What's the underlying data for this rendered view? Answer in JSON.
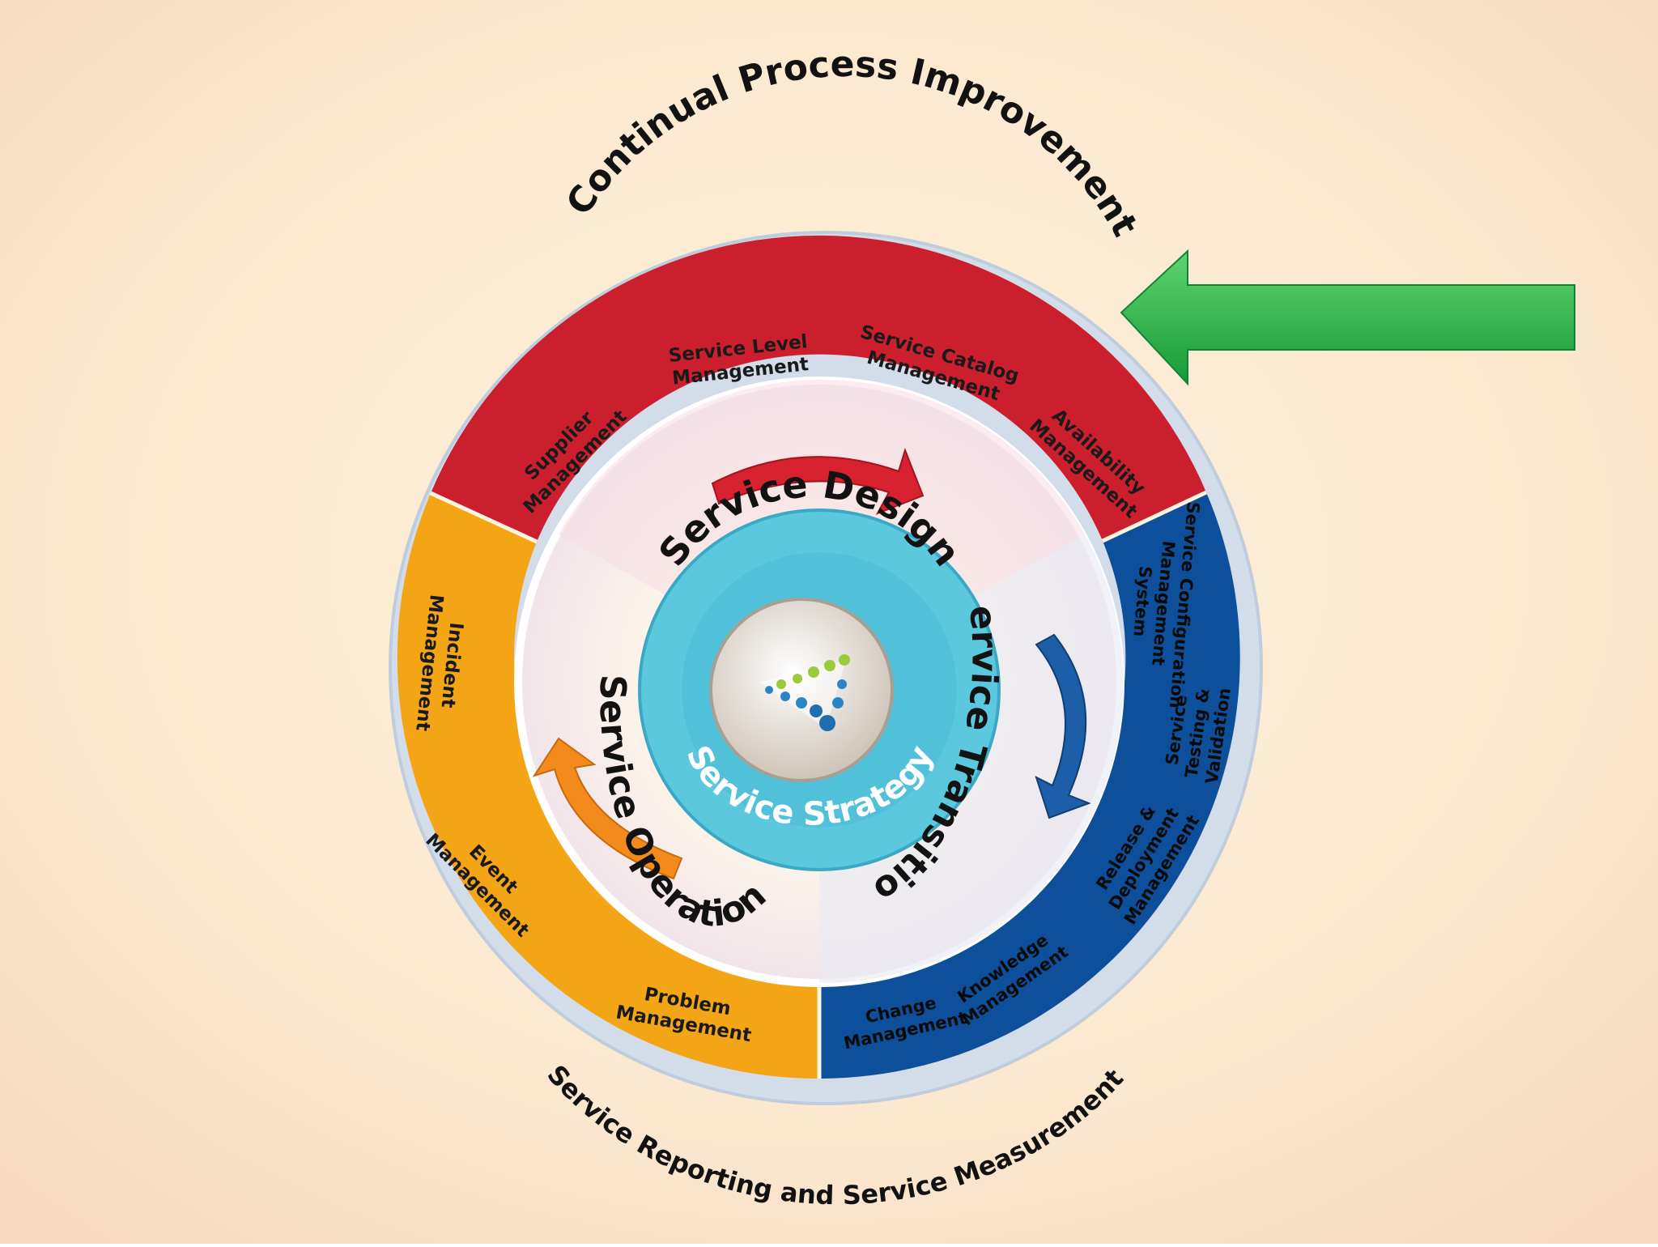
{
  "outer_ring": {
    "top_label": "Continual Process Improvement",
    "bottom_label": "Service Reporting and Service Measurement"
  },
  "segments": {
    "design": {
      "items": [
        {
          "line1": "Supplier",
          "line2": "Management"
        },
        {
          "line1": "Service Level",
          "line2": "Management"
        },
        {
          "line1": "Service Catalog",
          "line2": "Management"
        },
        {
          "line1": "Availability",
          "line2": "Management"
        }
      ]
    },
    "transition": {
      "items": [
        {
          "line1": "Service Configuration",
          "line2": "Management",
          "line3": "System"
        },
        {
          "line1": "Service",
          "line2": "Testing &",
          "line3": "Validation"
        },
        {
          "line1": "Release &",
          "line2": "Deployment",
          "line3": "Management"
        },
        {
          "line1": "Knowledge",
          "line2": "Management"
        },
        {
          "line1": "Change",
          "line2": "Management"
        }
      ]
    },
    "operation": {
      "items": [
        {
          "line1": "Incident",
          "line2": "Management"
        },
        {
          "line1": "Event",
          "line2": "Management"
        },
        {
          "line1": "Problem",
          "line2": "Management"
        }
      ]
    }
  },
  "inner_labels": {
    "design": "Service Design",
    "transition": "Service Transition",
    "operation": "Service Operation",
    "strategy": "Service Strategy"
  },
  "colors": {
    "background": "#fbe8cf",
    "outer_ring": "#d3dde9",
    "design": "#cc1f2e",
    "transition": "#0d4f9a",
    "operation": "#f4a516",
    "strategy": "#5bc8de",
    "pointer_arrow": "#1fae45"
  }
}
